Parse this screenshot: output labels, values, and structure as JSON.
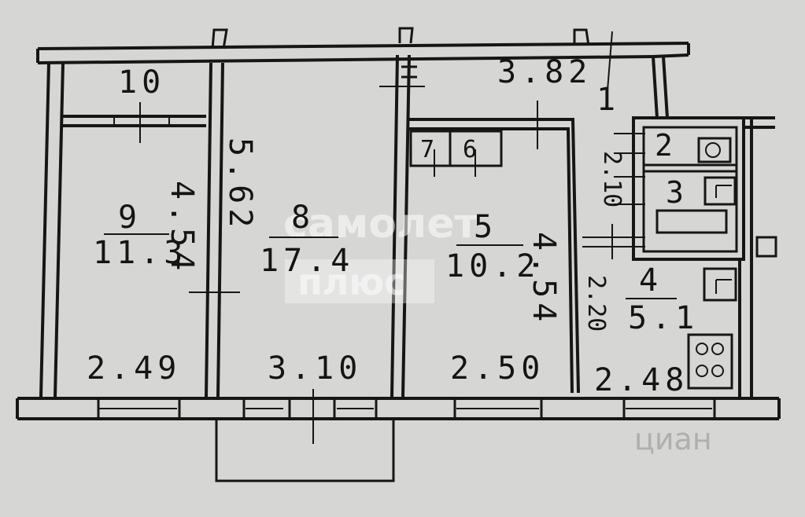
{
  "dimensions": {
    "overall_top": "3.82",
    "d1": "2.49",
    "d2": "3.10",
    "d3": "2.50",
    "d4": "2.48",
    "v_room9": "4.54",
    "v_room8": "5.62",
    "v_room5": "4.54",
    "v_bath": "2.10",
    "v_kitchen": "2.20"
  },
  "rooms": [
    {
      "number": "10",
      "area": ""
    },
    {
      "number": "9",
      "area": "11.3"
    },
    {
      "number": "8",
      "area": "17.4"
    },
    {
      "number": "7",
      "area": ""
    },
    {
      "number": "6",
      "area": ""
    },
    {
      "number": "5",
      "area": "10.2"
    },
    {
      "number": "4",
      "area": "5.1"
    },
    {
      "number": "3",
      "area": ""
    },
    {
      "number": "2",
      "area": ""
    },
    {
      "number": "1",
      "area": ""
    }
  ],
  "watermark": {
    "brand_line1": "самолет",
    "brand_line2": "плюс",
    "cian": "циан"
  },
  "colors": {
    "paper": "#d6d6d4",
    "ink": "#161616"
  }
}
